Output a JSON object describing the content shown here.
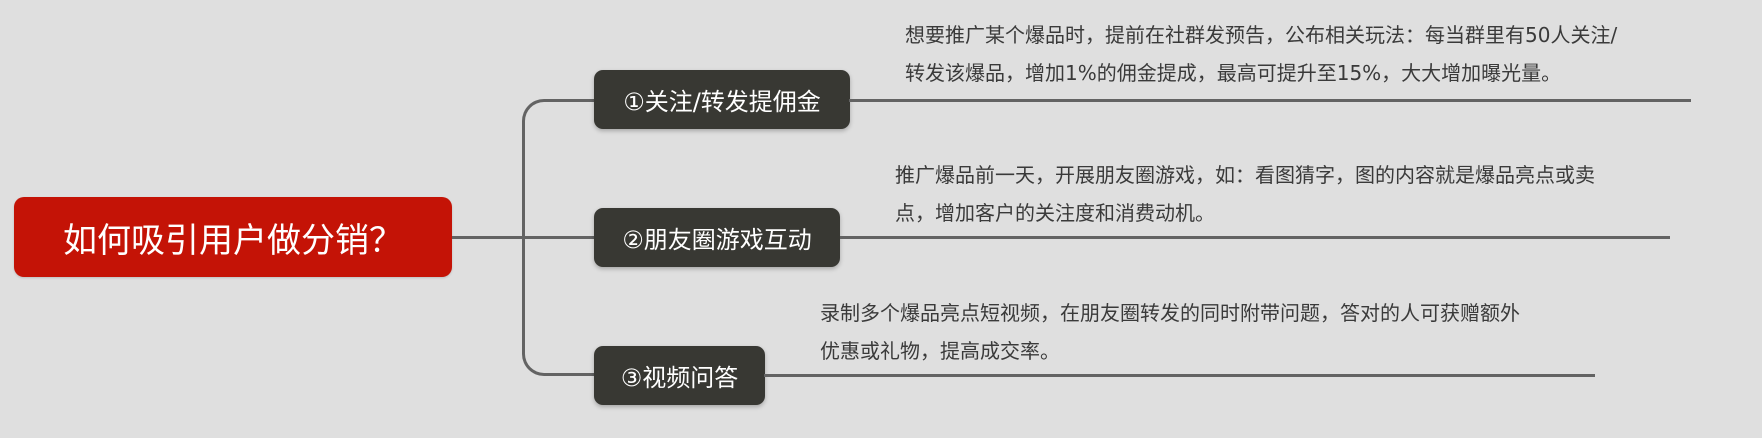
{
  "mindmap": {
    "root": {
      "label": "如何吸引用户做分销？",
      "color": "#c41306"
    },
    "branches": [
      {
        "label": "①关注/转发提佣金",
        "description_lines": [
          "想要推广某个爆品时，提前在社群发预告，公布相关玩法：每当群里有50人关注/",
          "转发该爆品，增加1%的佣金提成，最高可提升至15%，大大增加曝光量。"
        ]
      },
      {
        "label": "②朋友圈游戏互动",
        "description_lines": [
          "推广爆品前一天，开展朋友圈游戏，如：看图猜字，图的内容就是爆品亮点或卖",
          "点，增加客户的关注度和消费动机。"
        ]
      },
      {
        "label": "③视频问答",
        "description_lines": [
          "录制多个爆品亮点短视频，在朋友圈转发的同时附带问题，答对的人可获赠额外",
          "优惠或礼物，提高成交率。"
        ]
      }
    ],
    "colors": {
      "background": "#dfdfdf",
      "branch_node": "#383833",
      "line": "#636363",
      "text": "#3a3a3a"
    }
  }
}
